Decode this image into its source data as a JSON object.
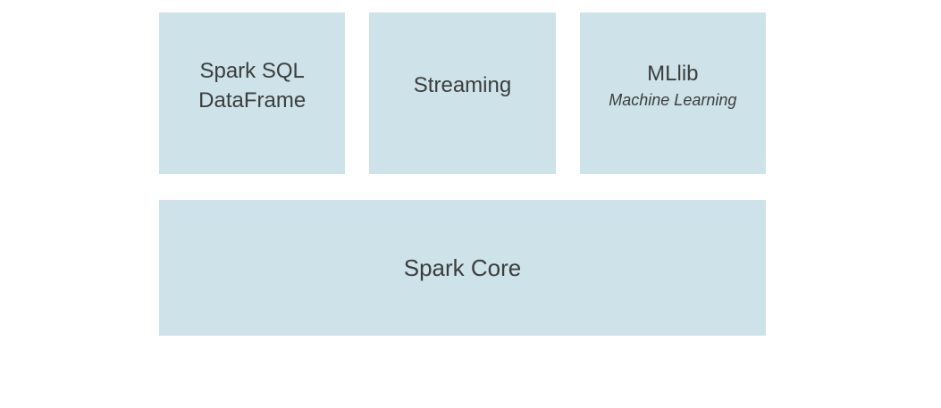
{
  "diagram": {
    "colors": {
      "box_background": "#cde3e9",
      "text": "#3d3d3d",
      "page_background": "#ffffff"
    },
    "top_boxes": {
      "spark_sql": {
        "label_line1": "Spark SQL",
        "label_line2": "DataFrame"
      },
      "streaming": {
        "label": "Streaming"
      },
      "mllib": {
        "label": "MLlib",
        "sublabel": "Machine Learning"
      }
    },
    "bottom_box": {
      "label": "Spark Core"
    }
  }
}
